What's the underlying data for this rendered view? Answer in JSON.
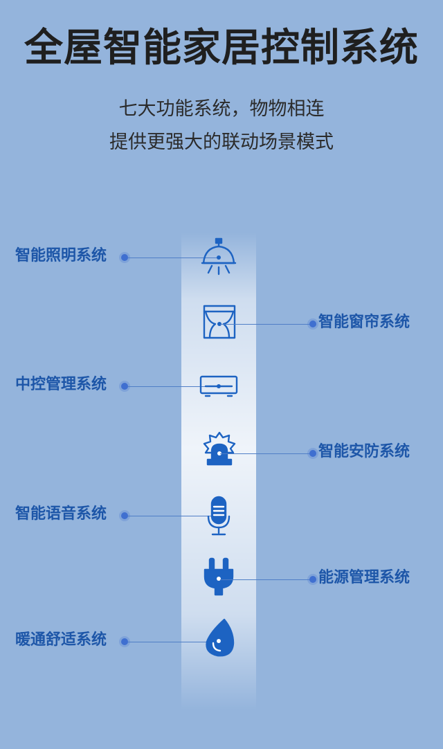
{
  "header": {
    "title": "全屋智能家居控制系统",
    "subtitle_line1": "七大功能系统，物物相连",
    "subtitle_line2": "提供更强大的联动场景模式"
  },
  "systems": [
    {
      "label": "智能照明系统",
      "icon": "pendant-lamp-icon"
    },
    {
      "label": "智能窗帘系统",
      "icon": "curtain-icon"
    },
    {
      "label": "中控管理系统",
      "icon": "control-panel-icon"
    },
    {
      "label": "智能安防系统",
      "icon": "alarm-siren-icon"
    },
    {
      "label": "智能语音系统",
      "icon": "microphone-icon"
    },
    {
      "label": "能源管理系统",
      "icon": "power-plug-icon"
    },
    {
      "label": "暖通舒适系统",
      "icon": "water-drop-icon"
    }
  ],
  "colors": {
    "background": "#94b4dc",
    "accent": "#1d56a8",
    "title": "#1f1f1f"
  }
}
